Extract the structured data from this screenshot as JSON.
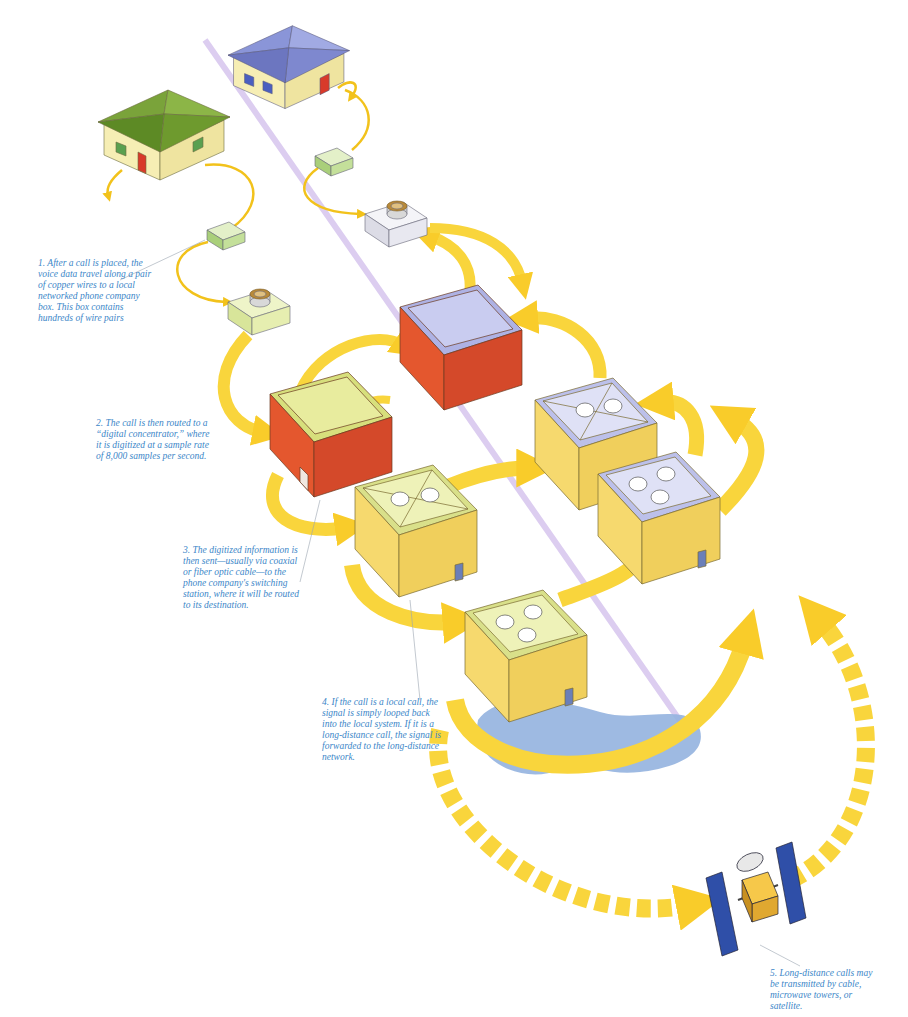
{
  "diagram": {
    "labels": [
      "1. After a call is placed, the voice data travel along a pair of copper wires to a local networked phone company box. This box contains hundreds of wire pairs",
      "2. The call is then routed to a “digital concentrator,” where it is digitized at a sample rate of 8,000 samples per second.",
      "3. The digitized information is then sent—usually via coaxial or fiber optic cable—to the phone company's switching station, where it will be routed to its destination.",
      "4. If the call is a local call, the signal is simply looped back into the local system. If it is a long-distance call, the signal is forwarded to the long-distance network.",
      "5. Long-distance calls may be transmitted by cable, microwave towers, or satellite."
    ]
  }
}
